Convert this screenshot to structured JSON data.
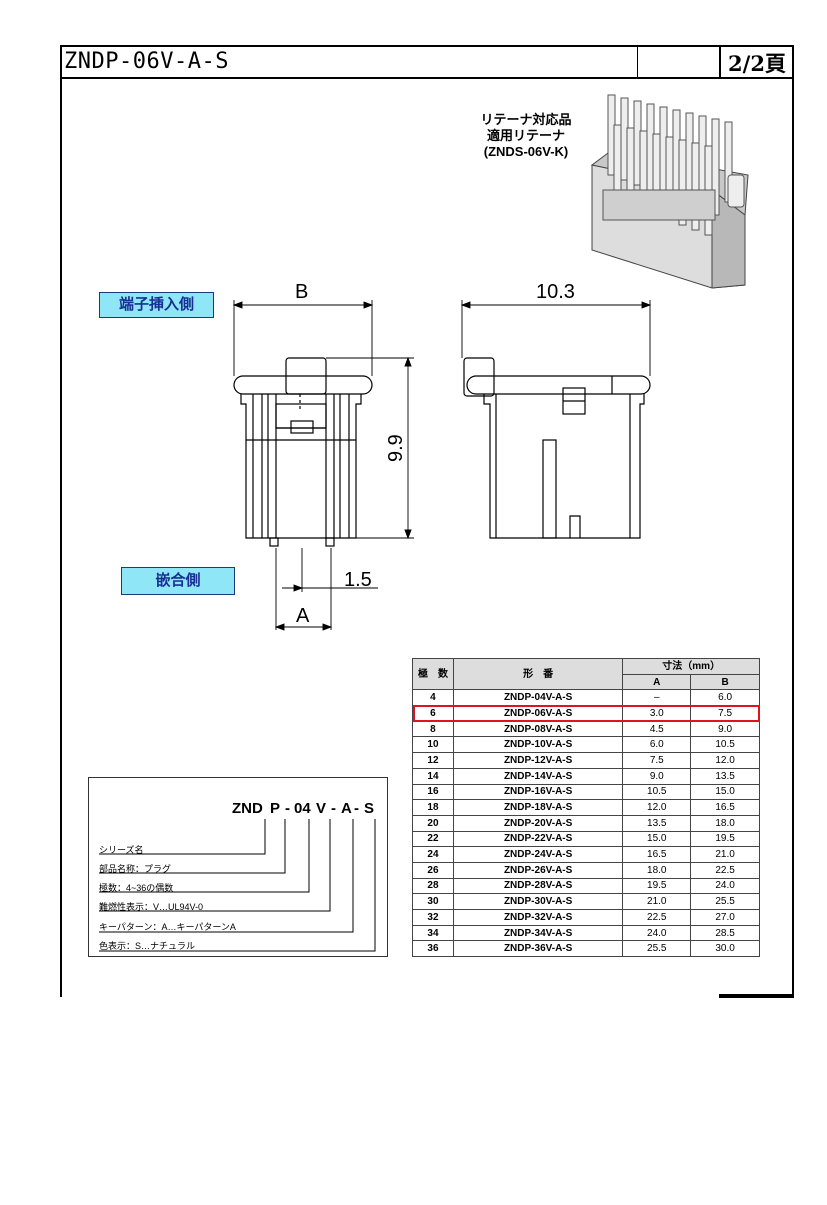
{
  "header": {
    "title": "ZNDP-06V-A-S",
    "page": "2/2頁"
  },
  "drawing": {
    "retainer_lines": [
      "リテーナ対応品",
      "適用リテーナ",
      "(ZNDS-06V-K)"
    ],
    "label_insertion_side": "端子挿入側",
    "label_mating_side": "嵌合側",
    "dim_B": "B",
    "dim_width": "10.3",
    "dim_height": "9.9",
    "dim_pitch": "1.5",
    "dim_A": "A"
  },
  "table": {
    "header_poles": "極　数",
    "header_model": "形　番",
    "header_dim": "寸法（mm）",
    "header_A": "A",
    "header_B": "B",
    "highlight_color": "#e0141e",
    "rows": [
      {
        "poles": "4",
        "model": "ZNDP-04V-A-S",
        "a": "–",
        "b": "6.0"
      },
      {
        "poles": "6",
        "model": "ZNDP-06V-A-S",
        "a": "3.0",
        "b": "7.5"
      },
      {
        "poles": "8",
        "model": "ZNDP-08V-A-S",
        "a": "4.5",
        "b": "9.0"
      },
      {
        "poles": "10",
        "model": "ZNDP-10V-A-S",
        "a": "6.0",
        "b": "10.5"
      },
      {
        "poles": "12",
        "model": "ZNDP-12V-A-S",
        "a": "7.5",
        "b": "12.0"
      },
      {
        "poles": "14",
        "model": "ZNDP-14V-A-S",
        "a": "9.0",
        "b": "13.5"
      },
      {
        "poles": "16",
        "model": "ZNDP-16V-A-S",
        "a": "10.5",
        "b": "15.0"
      },
      {
        "poles": "18",
        "model": "ZNDP-18V-A-S",
        "a": "12.0",
        "b": "16.5"
      },
      {
        "poles": "20",
        "model": "ZNDP-20V-A-S",
        "a": "13.5",
        "b": "18.0"
      },
      {
        "poles": "22",
        "model": "ZNDP-22V-A-S",
        "a": "15.0",
        "b": "19.5"
      },
      {
        "poles": "24",
        "model": "ZNDP-24V-A-S",
        "a": "16.5",
        "b": "21.0"
      },
      {
        "poles": "26",
        "model": "ZNDP-26V-A-S",
        "a": "18.0",
        "b": "22.5"
      },
      {
        "poles": "28",
        "model": "ZNDP-28V-A-S",
        "a": "19.5",
        "b": "24.0"
      },
      {
        "poles": "30",
        "model": "ZNDP-30V-A-S",
        "a": "21.0",
        "b": "25.5"
      },
      {
        "poles": "32",
        "model": "ZNDP-32V-A-S",
        "a": "22.5",
        "b": "27.0"
      },
      {
        "poles": "34",
        "model": "ZNDP-34V-A-S",
        "a": "24.0",
        "b": "28.5"
      },
      {
        "poles": "36",
        "model": "ZNDP-36V-A-S",
        "a": "25.5",
        "b": "30.0"
      }
    ]
  },
  "legend": {
    "code_parts": [
      "ZND",
      "P",
      "-",
      "04",
      "V",
      "-",
      "A",
      "-",
      "S"
    ],
    "items": [
      "シリーズ名",
      "部品名称：プラグ",
      "極数：4~36の偶数",
      "難燃性表示：V…UL94V-0",
      "キーパターン：A…キーパターンA",
      "色表示：S…ナチュラル"
    ]
  }
}
